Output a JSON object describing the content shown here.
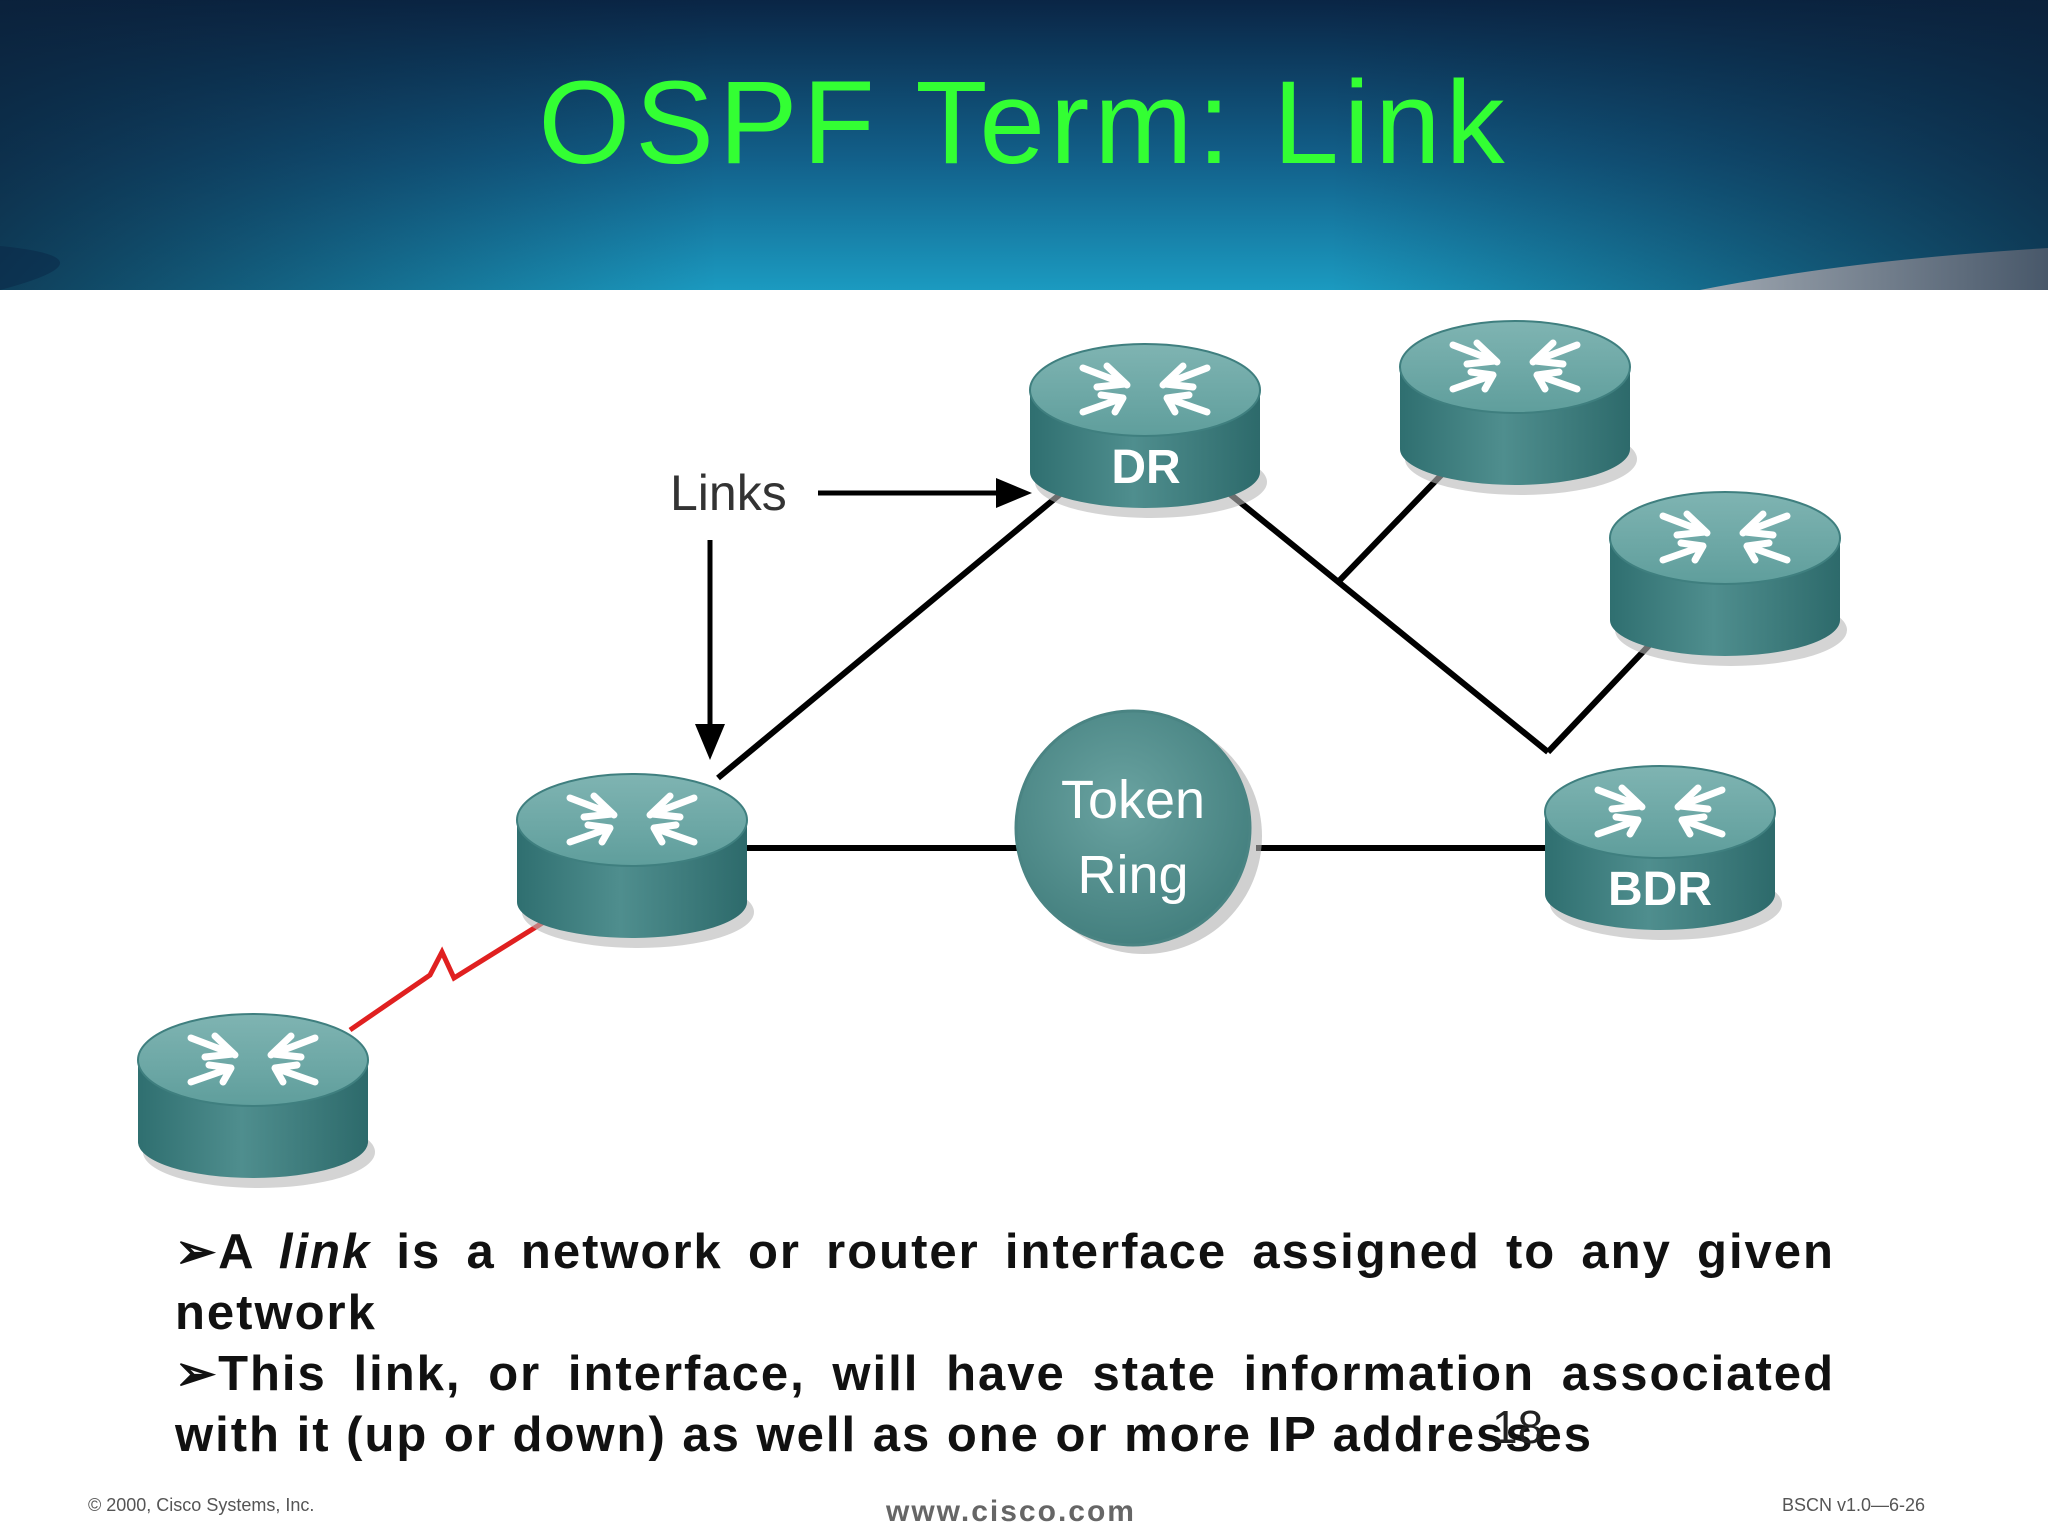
{
  "slide": {
    "title": "OSPF Term:  Link",
    "diagram": {
      "links_label": "Links",
      "dr_label": "DR",
      "bdr_label": "BDR",
      "token_ring_line1": "Token",
      "token_ring_line2": "Ring"
    },
    "bullets": [
      {
        "marker": "➢",
        "prefix": "A ",
        "emphasis": "link",
        "text": " is a network or router interface assigned to any given network"
      },
      {
        "marker": "➢",
        "prefix": "",
        "emphasis": "",
        "text": "This link, or interface, will have state information associated with it (up or down) as well as one or more IP addresses"
      }
    ],
    "page_number": "18",
    "footer": {
      "left": "© 2000, Cisco Systems, Inc.",
      "center": "www.cisco.com",
      "right": "BSCN v1.0—6-26"
    },
    "colors": {
      "title": "#33ff33",
      "header_dark": "#0a2a4a",
      "header_light": "#1c8fb0",
      "router": "#4f8e8e",
      "serial_link": "#e02020"
    }
  }
}
